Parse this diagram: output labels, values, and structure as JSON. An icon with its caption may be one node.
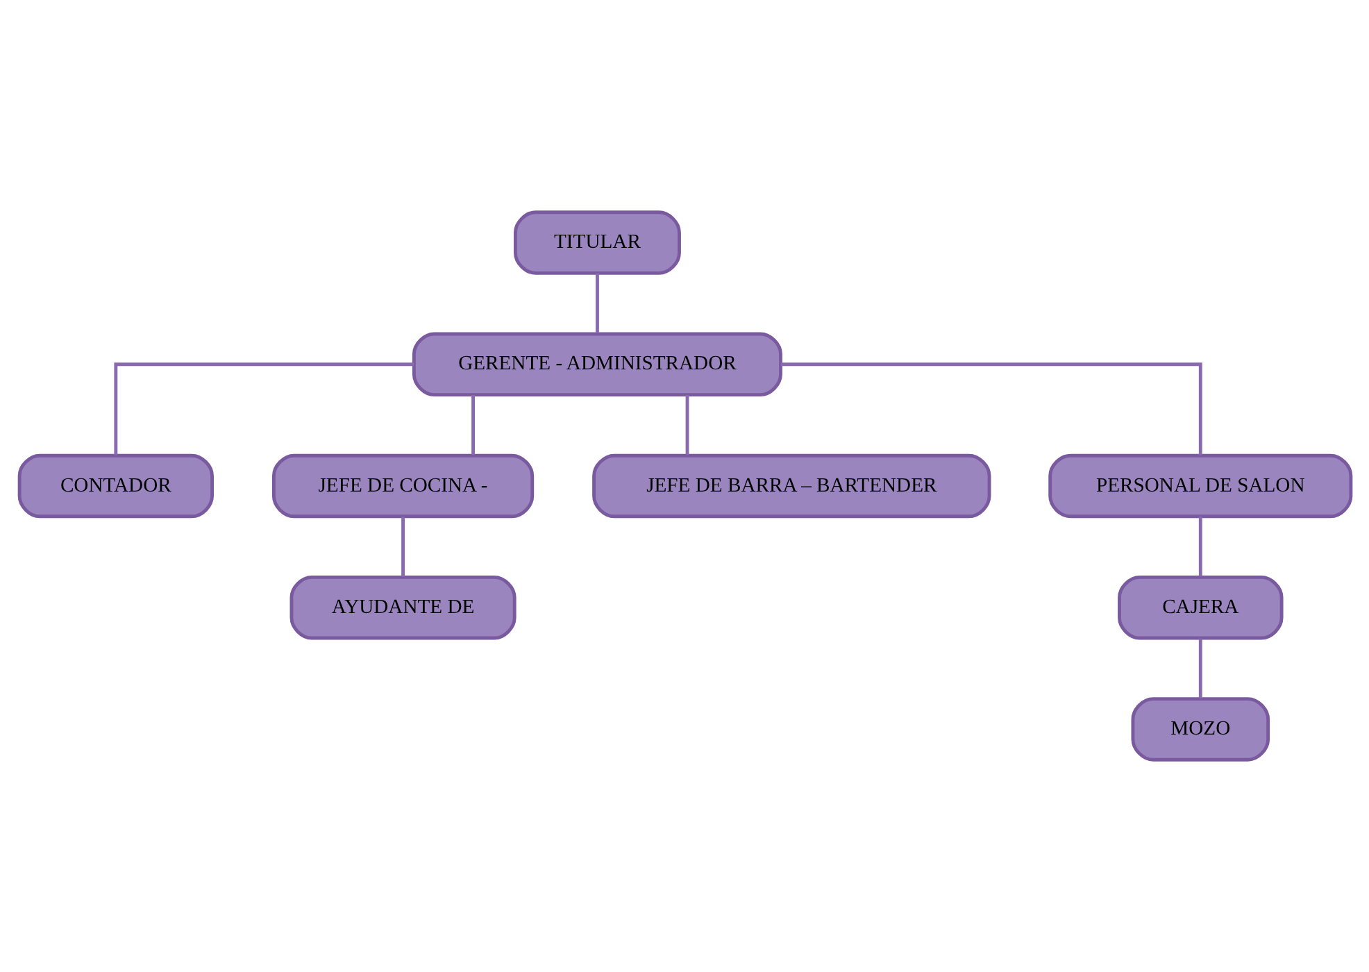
{
  "diagram": {
    "nodes": [
      {
        "text": [
          "TITULAR"
        ]
      },
      {
        "text": [
          "GERENTE - ADMINISTRADOR"
        ]
      },
      {
        "text": [
          "CONTADOR"
        ]
      },
      {
        "text": [
          "JEFE DE COCINA -"
        ]
      },
      {
        "text": [
          "JEFE DE BARRA – BARTENDER"
        ]
      },
      {
        "text": [
          "PERSONAL DE SALON"
        ]
      },
      {
        "text": [
          "AYUDANTE DE"
        ]
      },
      {
        "text": [
          "CAJERA"
        ]
      },
      {
        "text": [
          "MOZO"
        ]
      }
    ],
    "edges": [
      {
        "from": 0,
        "to": 1,
        "arrow": "none"
      },
      {
        "from": 1,
        "to": 2,
        "arrow": "none"
      },
      {
        "from": 1,
        "to": 3,
        "arrow": "none"
      },
      {
        "from": 1,
        "to": 4,
        "arrow": "none"
      },
      {
        "from": 1,
        "to": 5,
        "arrow": "none"
      },
      {
        "from": 3,
        "to": 6,
        "arrow": "none"
      },
      {
        "from": 5,
        "to": 7,
        "arrow": "none"
      },
      {
        "from": 7,
        "to": 8,
        "arrow": "none"
      }
    ]
  }
}
